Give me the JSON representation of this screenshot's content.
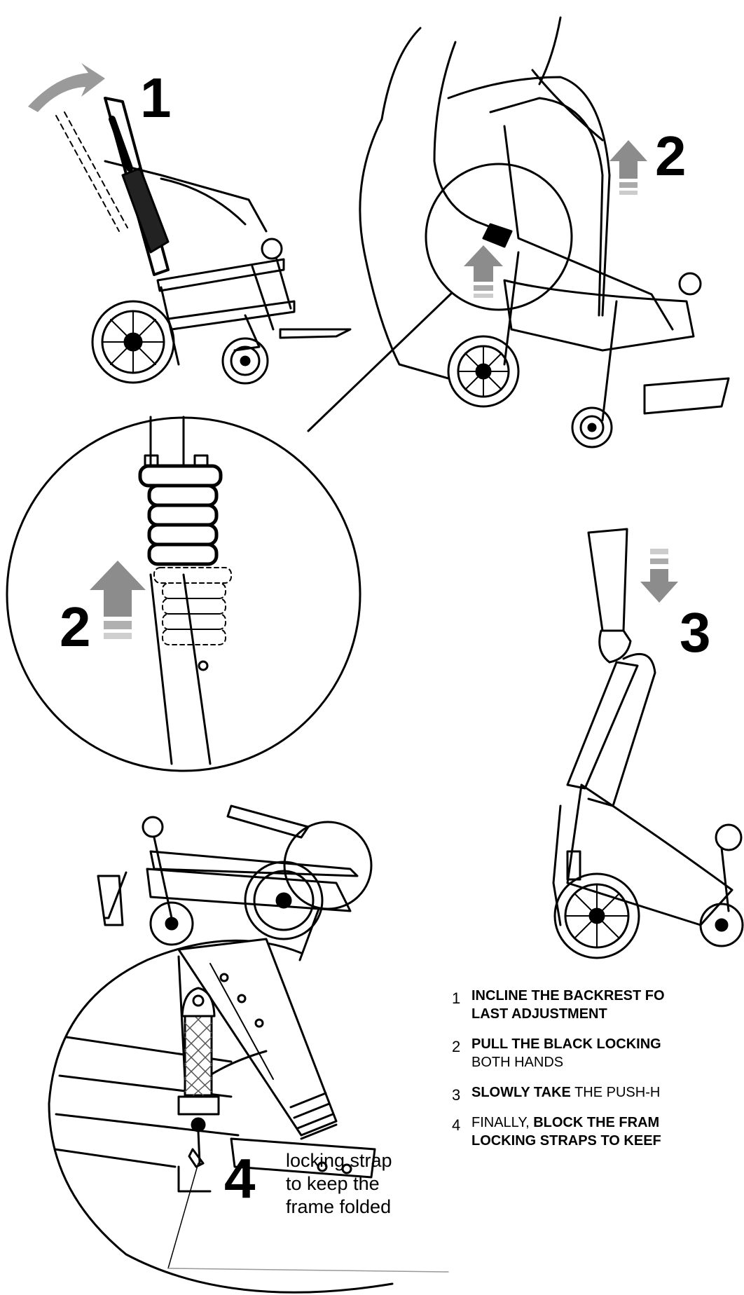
{
  "step_numbers": {
    "s1": "1",
    "s2_top": "2",
    "s2_zoom": "2",
    "s3": "3",
    "s4": "4"
  },
  "strap_note": {
    "line1": "locking strap",
    "line2": "to keep the",
    "line3": "frame folded"
  },
  "instructions": [
    {
      "num": "1",
      "line1_bold": "INCLINE THE BACKREST FO",
      "line2_bold": "LAST ADJUSTMENT"
    },
    {
      "num": "2",
      "line1_bold": "PULL THE BLACK LOCKING",
      "line2": "BOTH HANDS"
    },
    {
      "num": "3",
      "line1_bold": "SLOWLY TAKE",
      "line1": " THE PUSH-H"
    },
    {
      "num": "4",
      "line1_pre": "FINALLY, ",
      "line1_bold": "BLOCK THE FRAM",
      "line2_bold": "LOCKING STRAPS TO KEEF"
    }
  ],
  "colors": {
    "ink": "#000000",
    "arrow_grey": "#8c8c8c",
    "arrow_light": "#c8c8c8"
  }
}
